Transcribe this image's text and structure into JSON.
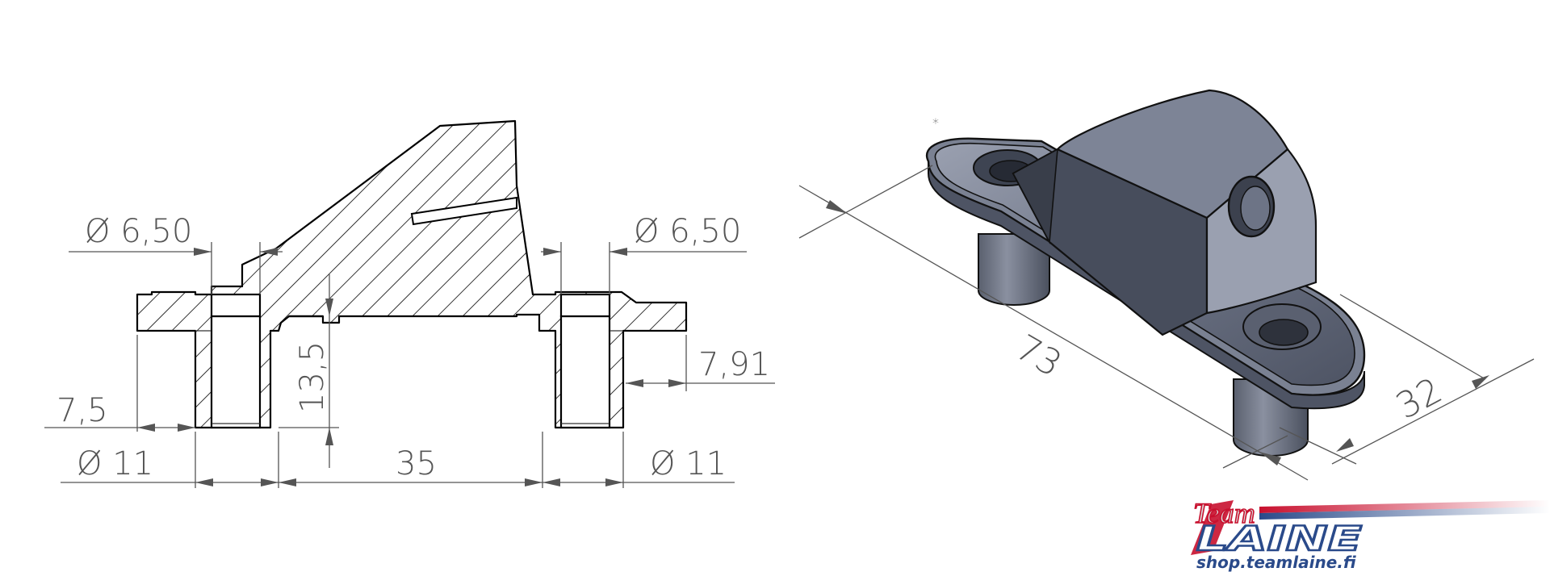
{
  "section_view": {
    "dims": {
      "hole_left": "Ø 6,50",
      "hole_right": "Ø 6,50",
      "boss_dia_left": "Ø 11",
      "boss_dia_right": "Ø 11",
      "boss_height": "7,5",
      "center_height": "13,5",
      "hole_spacing": "35",
      "flange_thickness": "7,91"
    }
  },
  "iso_view": {
    "dims": {
      "length": "73",
      "width": "32"
    }
  },
  "logo": {
    "team": "Team",
    "laine": "LAINE",
    "shop": "shop.teamlaine.fi"
  },
  "colors": {
    "part_body": "#6d7486",
    "part_dark": "#474d5c",
    "part_light": "#9aa0b0",
    "dim_text": "#555555",
    "logo_red": "#c8102e",
    "logo_blue": "#2a4a8a"
  }
}
